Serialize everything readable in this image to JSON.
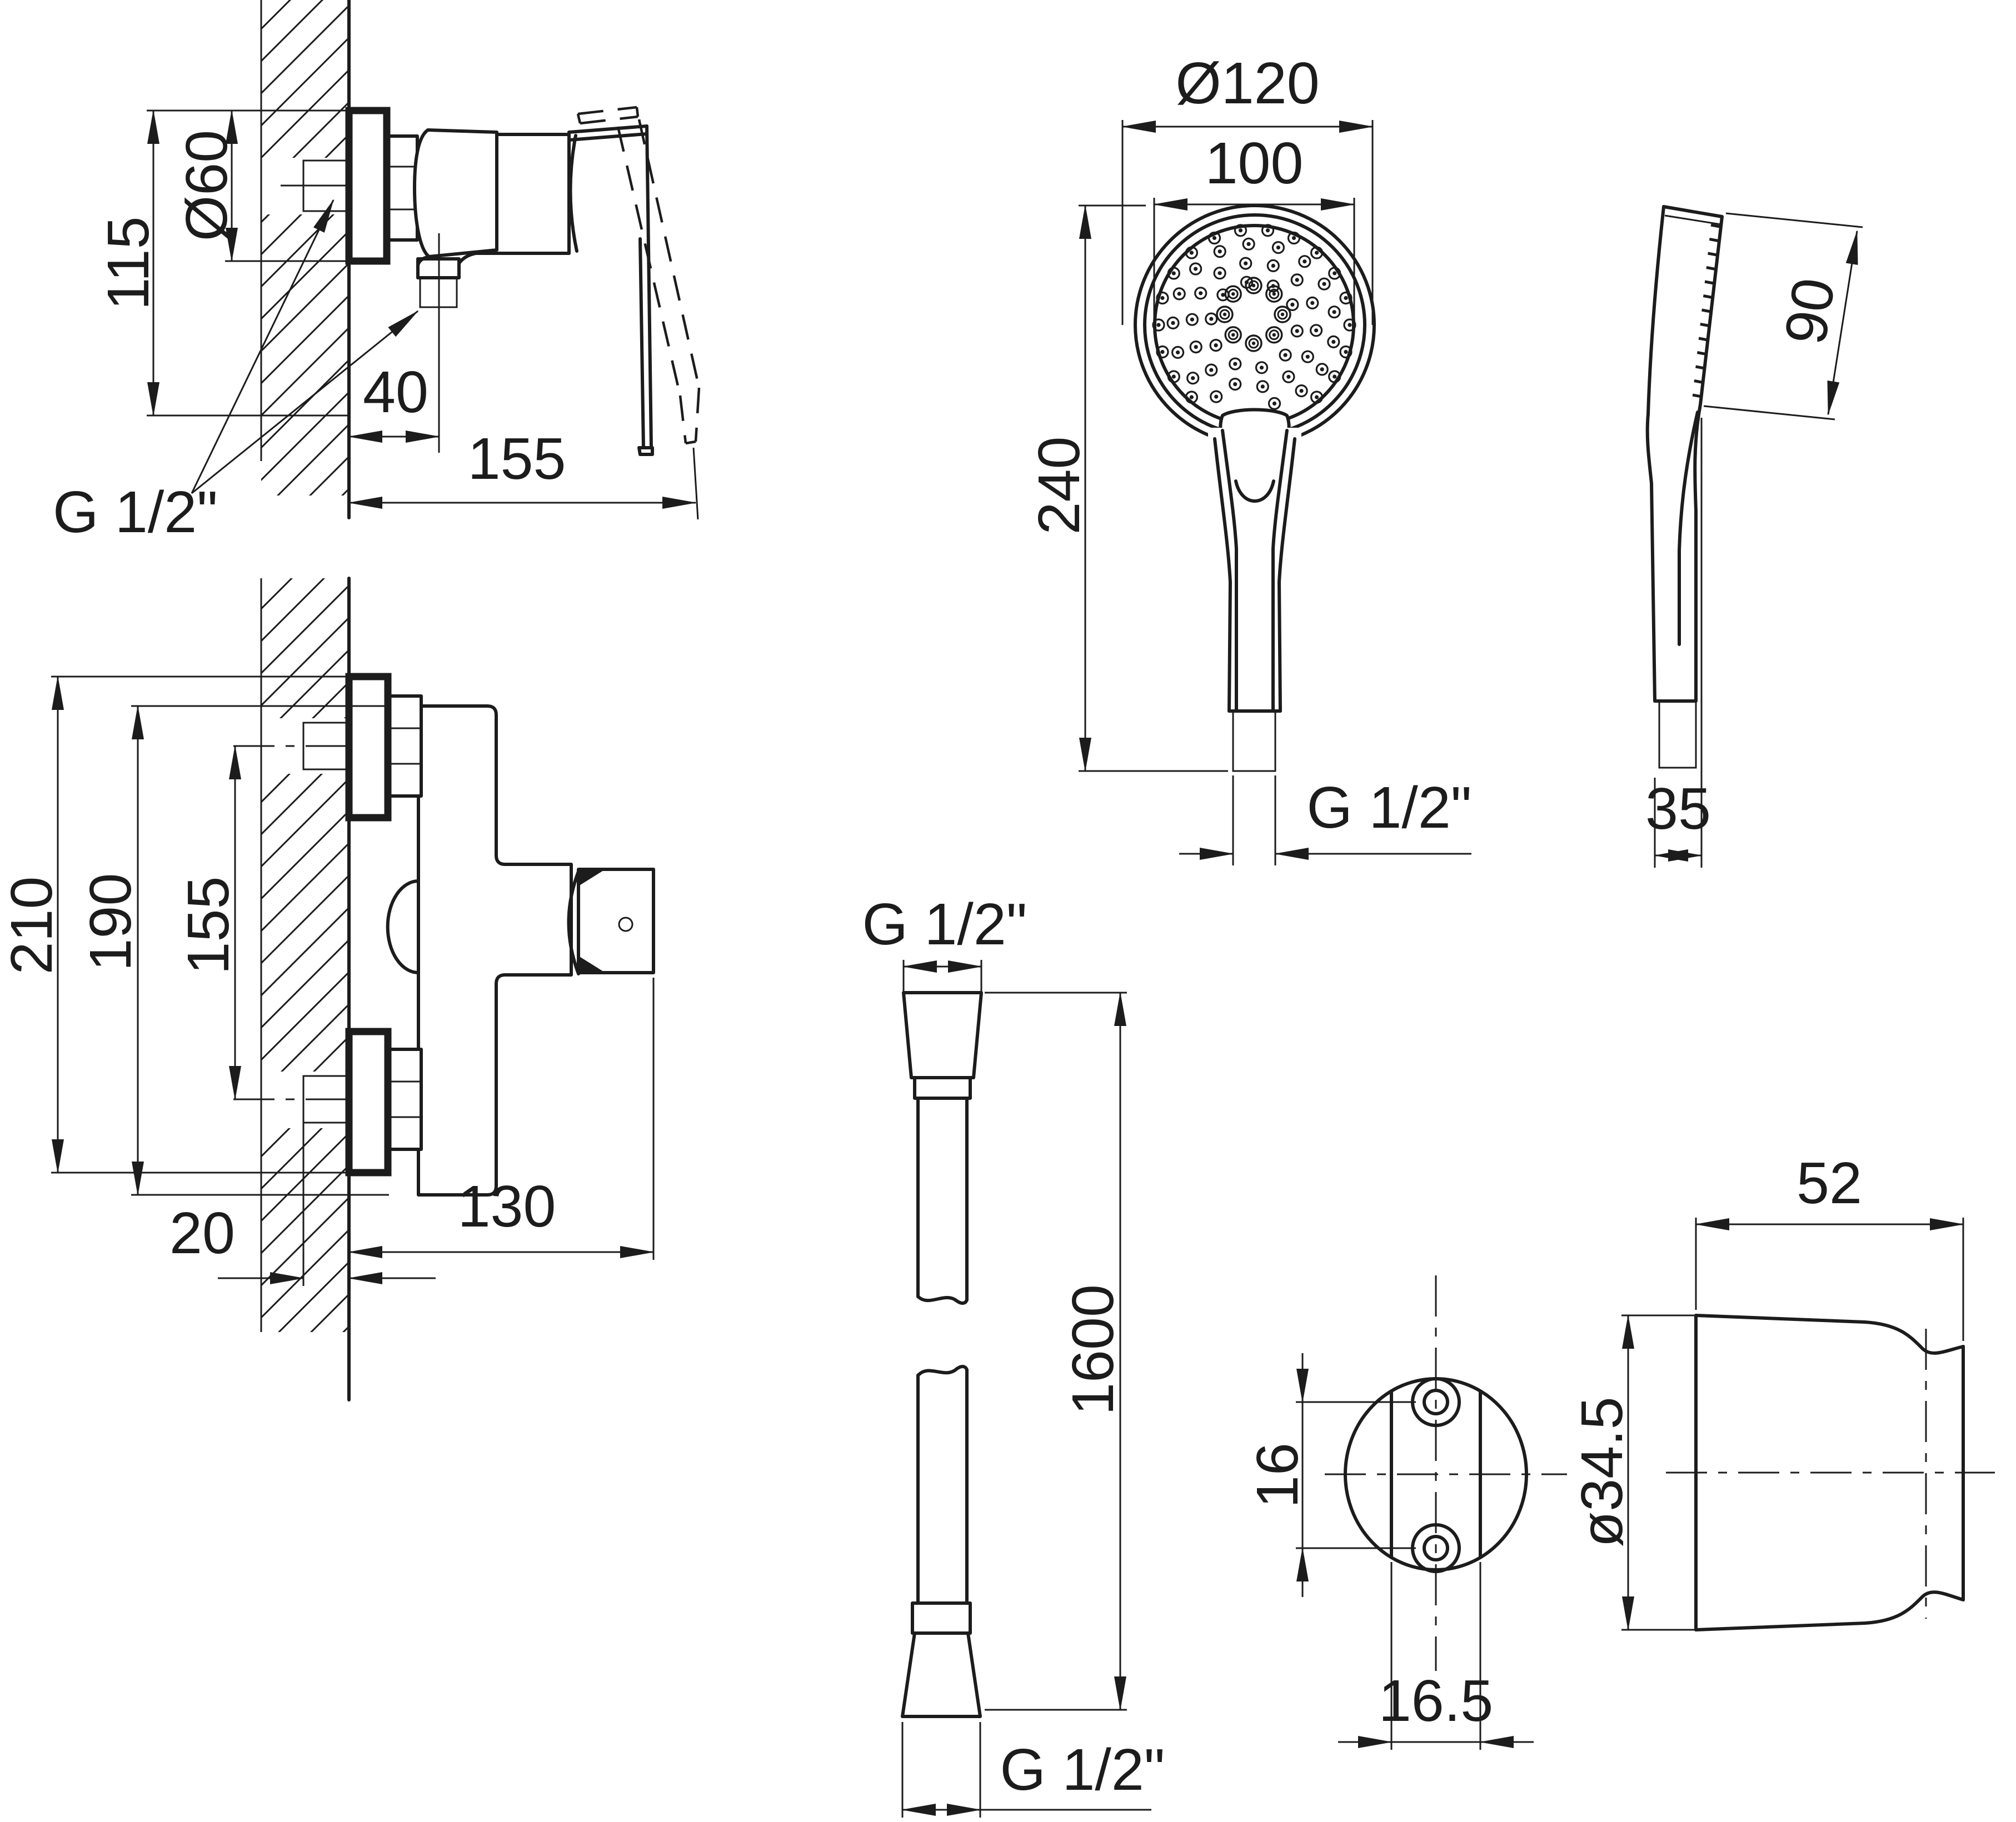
{
  "drawing": {
    "type": "technical-dimension-drawing",
    "subject": "shower set (wall mixer, hand shower, hose, wall holder)",
    "line_color": "#1c1c1c",
    "background": "#ffffff",
    "views": {
      "mixer_side": {
        "name": "shower mixer side view",
        "dims": {
          "height": "115",
          "escutcheon_diameter": "Ø60",
          "outlet_offset": "40",
          "depth": "155",
          "thread": "G 1/2\""
        }
      },
      "mixer_front": {
        "name": "shower mixer front (plan) view",
        "dims": {
          "overall": "210",
          "body": "190",
          "centers": "155",
          "thread_length": "20",
          "projection": "130"
        }
      },
      "handshower_front": {
        "name": "hand shower front view",
        "dims": {
          "head_diameter": "Ø120",
          "face_diameter": "100",
          "length": "240",
          "thread": "G 1/2\""
        }
      },
      "handshower_side": {
        "name": "hand shower side view",
        "dims": {
          "face_length": "90",
          "depth": "35"
        }
      },
      "hose": {
        "name": "shower hose",
        "dims": {
          "top_thread": "G 1/2\"",
          "length": "1600",
          "bottom_thread": "G 1/2\""
        }
      },
      "holder": {
        "name": "wall holder",
        "dims": {
          "hole_pitch": "16",
          "hole_width": "16.5",
          "diameter": "ø34.5",
          "depth": "52"
        }
      }
    }
  }
}
